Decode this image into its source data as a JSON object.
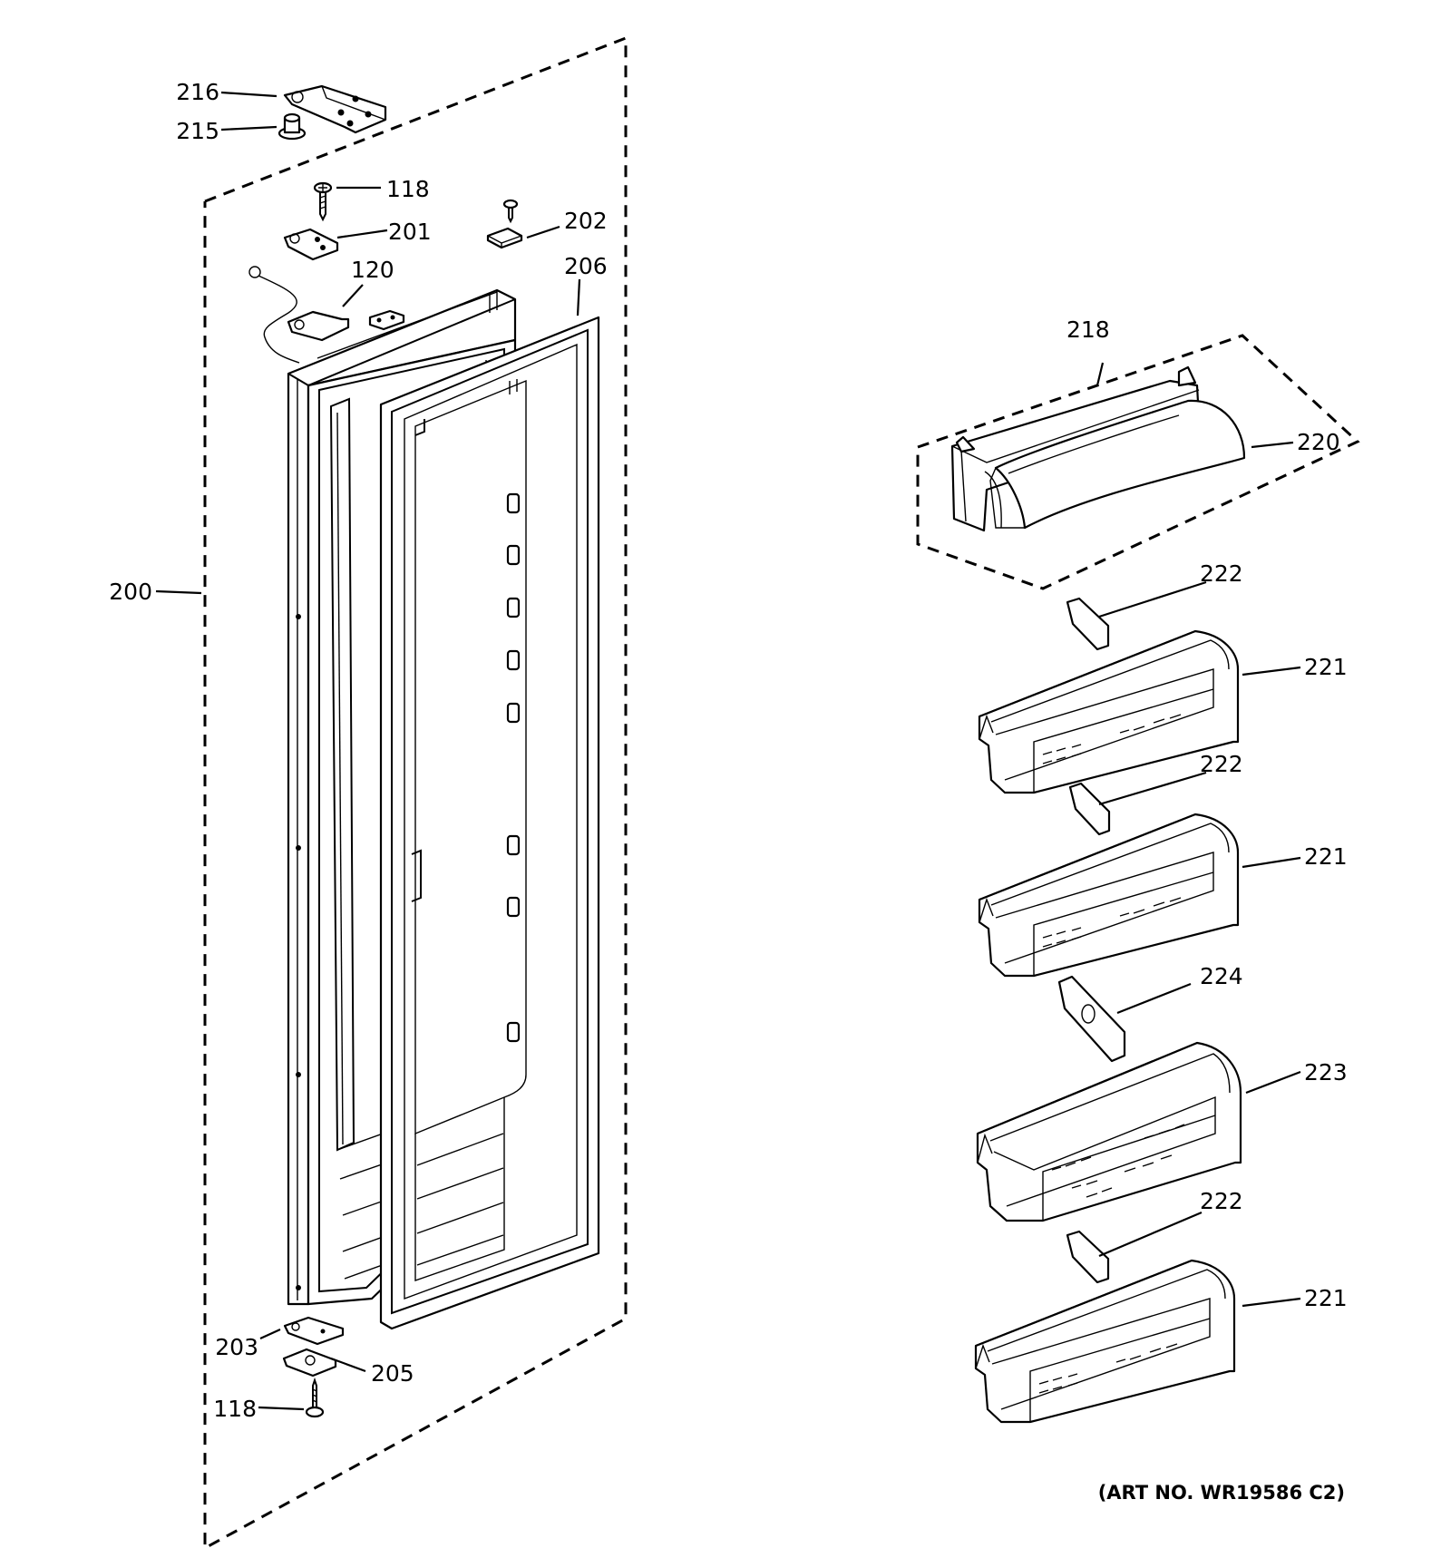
{
  "callouts": {
    "c216": "216",
    "c215": "215",
    "c118_top": "118",
    "c201": "201",
    "c202": "202",
    "c120": "120",
    "c206": "206",
    "c200": "200",
    "c203": "203",
    "c205": "205",
    "c118_bottom": "118",
    "c218": "218",
    "c220": "220",
    "c222_1": "222",
    "c221_1": "221",
    "c222_2": "222",
    "c221_2": "221",
    "c224": "224",
    "c223": "223",
    "c222_3": "222",
    "c221_3": "221"
  },
  "art_number": "(ART NO. WR19586 C2)"
}
